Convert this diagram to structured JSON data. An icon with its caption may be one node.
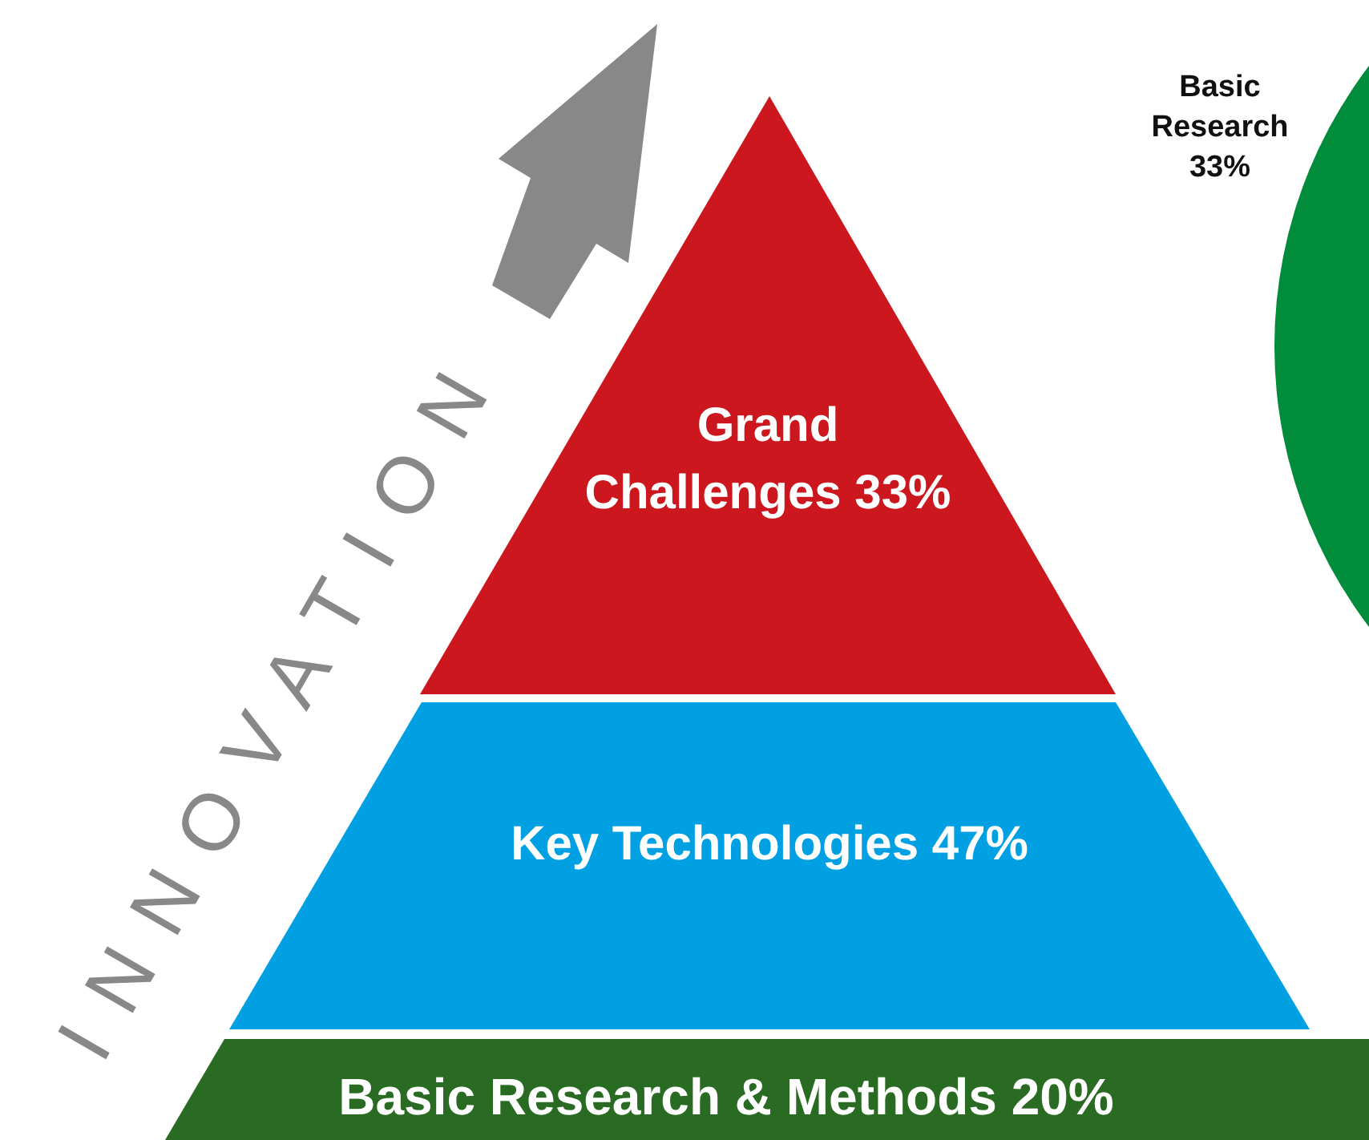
{
  "diagram": {
    "nodes": [
      {
        "text": [
          "Grand Challenges 33%"
        ]
      },
      {
        "text": [
          "Key Technologies 47%"
        ]
      },
      {
        "text": [
          "Basic Research & Methods 20%"
        ]
      },
      {
        "text": [],
        "shape": "circle",
        "beside": [
          "Basic Research 33%"
        ]
      }
    ],
    "labels": [
      "INNOVATION"
    ]
  }
}
